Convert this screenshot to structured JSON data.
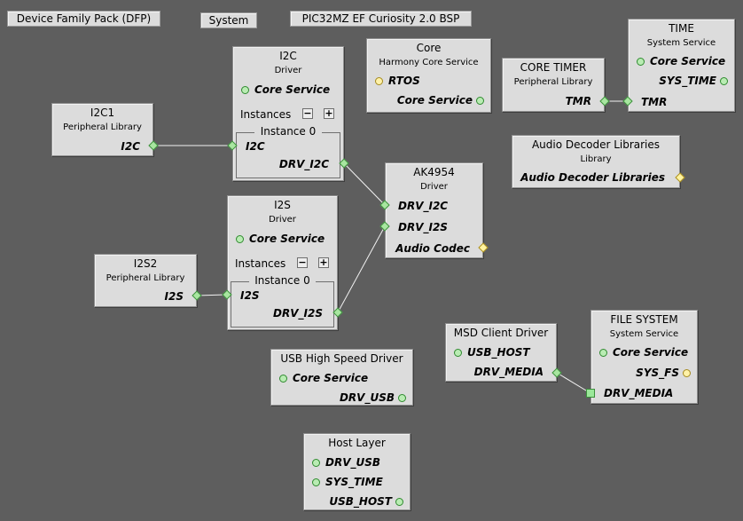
{
  "toolbar": {
    "dfp": "Device Family Pack (DFP)",
    "system": "System",
    "bsp": "PIC32MZ EF Curiosity 2.0 BSP"
  },
  "nodes": {
    "i2c_driver": {
      "title": "I2C",
      "subtitle": "Driver",
      "core": "Core Service",
      "instances": "Instances",
      "minus": "−",
      "plus": "+",
      "instance": "Instance 0",
      "in": "I2C",
      "out": "DRV_I2C"
    },
    "i2c1": {
      "title": "I2C1",
      "subtitle": "Peripheral Library",
      "out": "I2C"
    },
    "i2s_driver": {
      "title": "I2S",
      "subtitle": "Driver",
      "core": "Core Service",
      "instances": "Instances",
      "minus": "−",
      "plus": "+",
      "instance": "Instance 0",
      "in": "I2S",
      "out": "DRV_I2S"
    },
    "i2s2": {
      "title": "I2S2",
      "subtitle": "Peripheral Library",
      "out": "I2S"
    },
    "core": {
      "title": "Core",
      "subtitle": "Harmony Core Service",
      "rtos": "RTOS",
      "out": "Core Service"
    },
    "core_timer": {
      "title": "CORE TIMER",
      "subtitle": "Peripheral Library",
      "out": "TMR"
    },
    "time": {
      "title": "TIME",
      "subtitle": "System Service",
      "core": "Core Service",
      "out": "SYS_TIME",
      "in": "TMR"
    },
    "audio_dec": {
      "title": "Audio Decoder Libraries",
      "subtitle": "Library",
      "out": "Audio Decoder Libraries"
    },
    "ak4954": {
      "title": "AK4954",
      "subtitle": "Driver",
      "in1": "DRV_I2C",
      "in2": "DRV_I2S",
      "out": "Audio Codec"
    },
    "usb_hs": {
      "title": "USB High Speed Driver",
      "core": "Core Service",
      "out": "DRV_USB"
    },
    "host_layer": {
      "title": "Host Layer",
      "in1": "DRV_USB",
      "in2": "SYS_TIME",
      "out": "USB_HOST"
    },
    "msd": {
      "title": "MSD Client Driver",
      "in": "USB_HOST",
      "out": "DRV_MEDIA"
    },
    "fs": {
      "title": "FILE SYSTEM",
      "subtitle": "System Service",
      "core": "Core Service",
      "out": "SYS_FS",
      "in": "DRV_MEDIA"
    }
  },
  "colors": {
    "background": "#5e5e5e",
    "node": "#dcdcdc",
    "port_green": "#a8e6a0",
    "port_yellow": "#fff3a0",
    "wire": "#f2f2f2"
  }
}
